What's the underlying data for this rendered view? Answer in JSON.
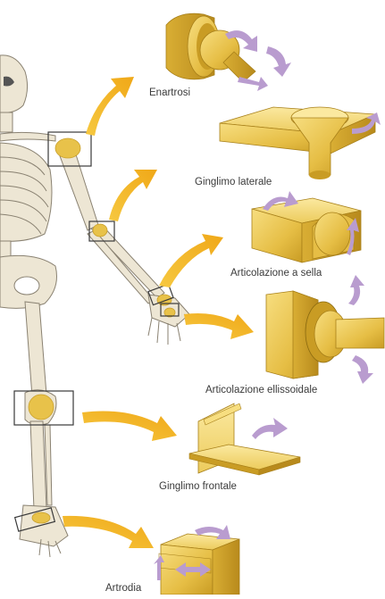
{
  "joints": [
    {
      "id": "enartrosi",
      "label": "Enartrosi"
    },
    {
      "id": "ginglimo-laterale",
      "label": "Ginglimo laterale"
    },
    {
      "id": "articolazione-sella",
      "label": "Articolazione a sella"
    },
    {
      "id": "articolazione-ellissoidale",
      "label": "Articolazione ellissoidale"
    },
    {
      "id": "ginglimo-frontale",
      "label": "Ginglimo frontale"
    },
    {
      "id": "artrodia",
      "label": "Artrodia"
    }
  ],
  "colors": {
    "bone": "#ede6d4",
    "bone_outline": "#8a8272",
    "joint_block": "#e8c24a",
    "joint_block_dark": "#c9a02a",
    "joint_block_light": "#f5dc7e",
    "arrow": "#f2b322",
    "motion_arrow": "#b99ccf",
    "highlight_box": "#3a3a3a"
  }
}
